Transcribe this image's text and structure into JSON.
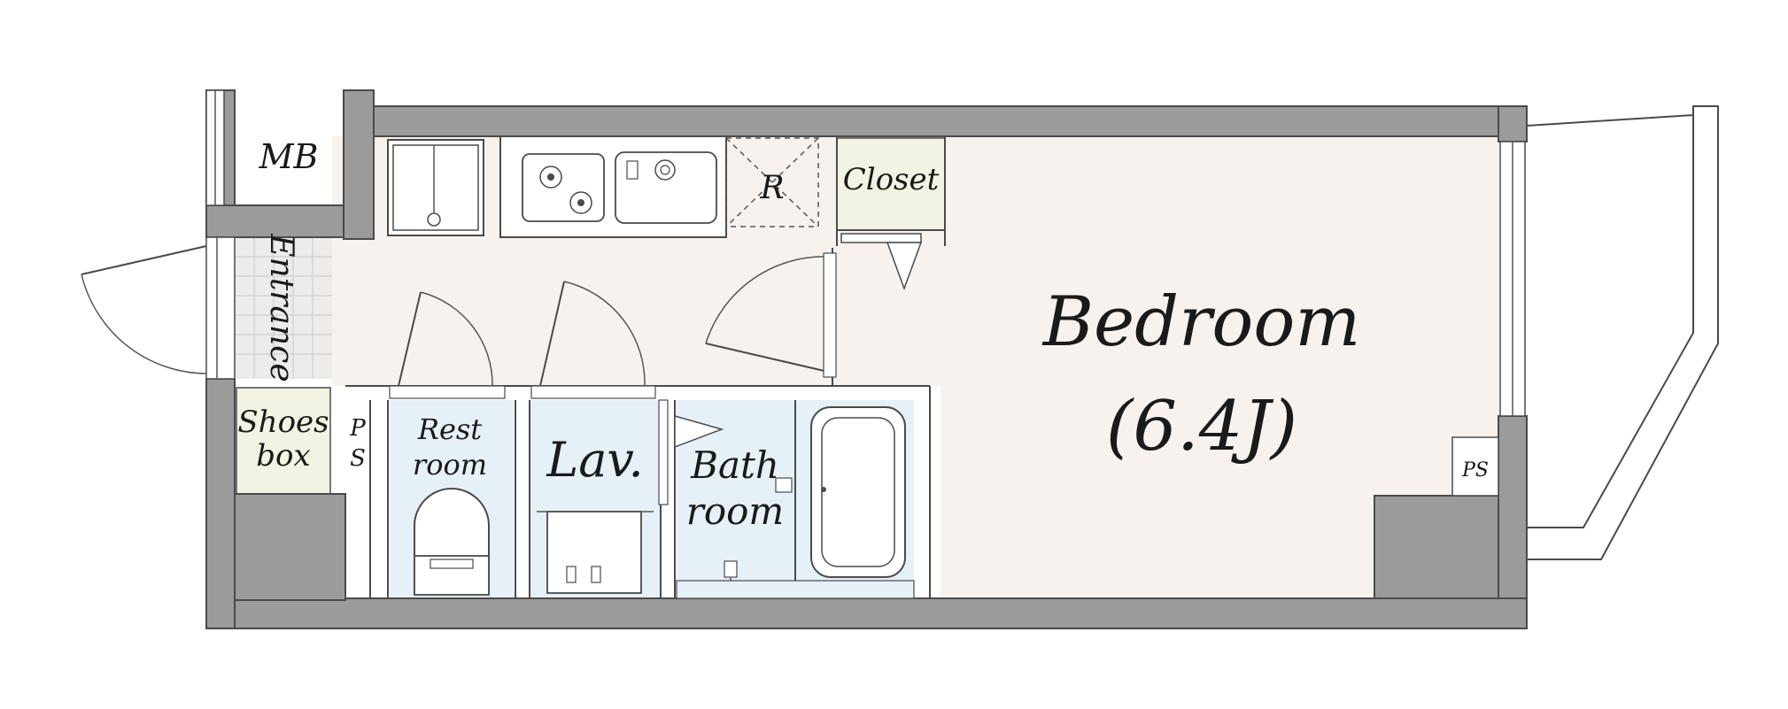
{
  "labels": {
    "mb": "MB",
    "entrance": "Entrance",
    "shoes_box_line1": "Shoes",
    "shoes_box_line2": "box",
    "ps_left_line1": "P",
    "ps_left_line2": "S",
    "refrigerator": "R",
    "closet": "Closet",
    "rest_room_line1": "Rest",
    "rest_room_line2": "room",
    "lavatory": "Lav.",
    "bath_room_line1": "Bath",
    "bath_room_line2": "room",
    "bedroom": "Bedroom",
    "bedroom_size": "(6.4J)",
    "ps_right": "PS"
  },
  "colors": {
    "wall": "#9b9b9b",
    "bedroom_floor": "#f8f2ee",
    "wet_area_floor": "#e6f0f7",
    "storage_floor": "#f3f3e3",
    "entrance_tile": "#ececec"
  },
  "icons": [
    "stove-icon",
    "sink-icon",
    "washer-pan-icon",
    "toilet-icon",
    "bathtub-icon",
    "door-swing-icon"
  ]
}
